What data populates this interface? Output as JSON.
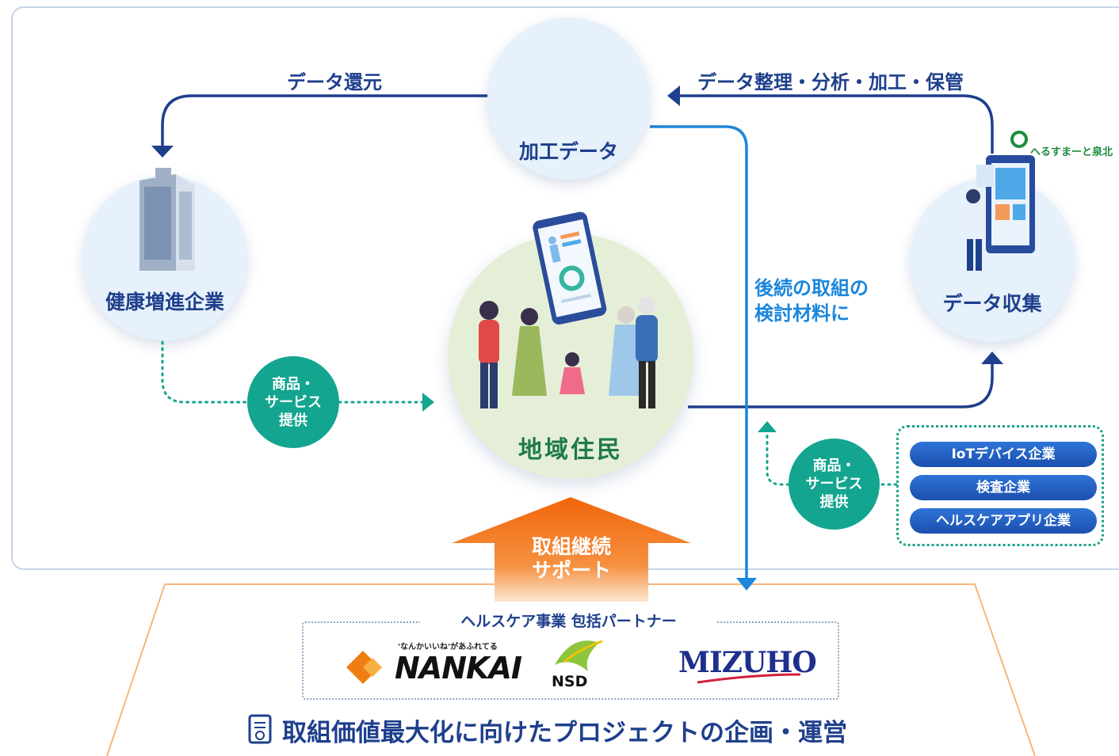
{
  "nodes": {
    "processed_data": "加工データ",
    "health_company": "健康増進企業",
    "data_collection": "データ収集",
    "residents": "地域住民"
  },
  "edges": {
    "data_return": "データ還元",
    "data_processing": "データ整理・分析・加工・保管",
    "future_material_line1": "後続の取組の",
    "future_material_line2": "検討材料に"
  },
  "service_badge": {
    "line1": "商品・",
    "line2": "サービス",
    "line3": "提供"
  },
  "companies": [
    "IoTデバイス企業",
    "検査企業",
    "ヘルスケアアプリ企業"
  ],
  "brand": "へるすまーと泉北",
  "support": {
    "line1": "取組継続",
    "line2": "サポート"
  },
  "partners": {
    "title": "ヘルスケア事業 包括パートナー",
    "nankai_tagline": "'なんかいいね'があふれてる",
    "nankai": "NANKAI",
    "nsd": "NSD",
    "mizuho": "MIZUHO"
  },
  "bottom_title": "取組価値最大化に向けたプロジェクトの企画・運営",
  "colors": {
    "navy": "#1e3f8c",
    "sky": "#1b86dc",
    "teal": "#13a58f",
    "orange": "#f26b0f",
    "green": "#1f7a47"
  }
}
